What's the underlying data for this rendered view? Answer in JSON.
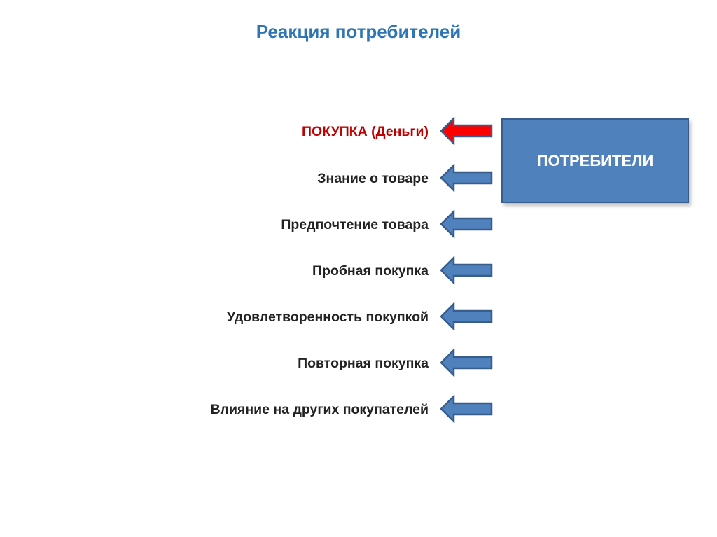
{
  "title": "Реакция потребителей",
  "box_label": "ПОТРЕБИТЕЛИ",
  "colors": {
    "title": "#2E75B6",
    "box_fill": "#4F81BD",
    "arrow_fill": "#4F81BD",
    "arrow_highlight": "#FF0000"
  },
  "items": [
    {
      "label": "ПОКУПКА (Деньги)"
    },
    {
      "label": "Знание о товаре"
    },
    {
      "label": "Предпочтение товара"
    },
    {
      "label": "Пробная покупка"
    },
    {
      "label": "Удовлетворенность покупкой"
    },
    {
      "label": "Повторная покупка"
    },
    {
      "label": "Влияние на других покупателей"
    }
  ]
}
